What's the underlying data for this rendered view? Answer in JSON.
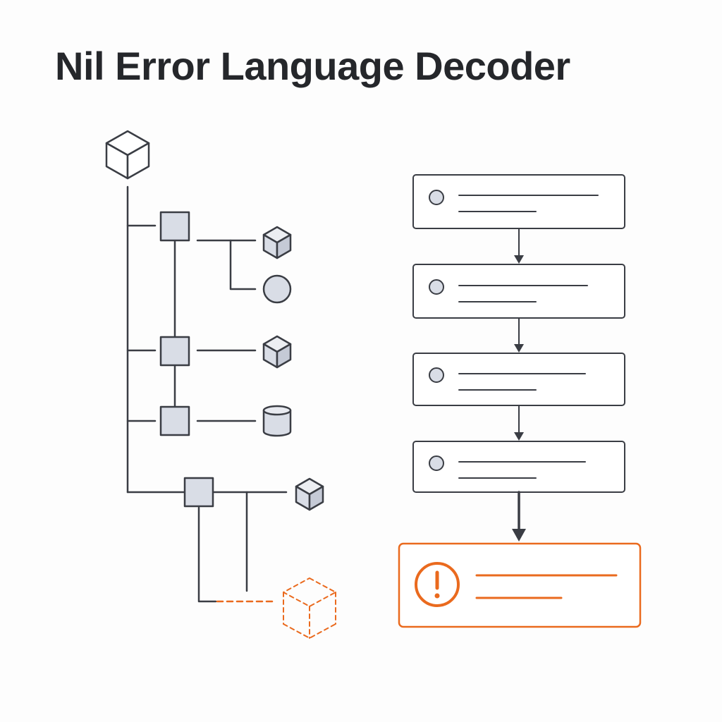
{
  "title": "Nil Error Language Decoder",
  "colors": {
    "line": "#3a3d44",
    "node_fill": "#d9dde6",
    "error": "#ea6a1e",
    "background": "#fdfdfd"
  },
  "tree": {
    "root_icon": "cube-icon",
    "branches": [
      {
        "node": "square-node",
        "children": [
          "cube-icon",
          "circle-icon"
        ]
      },
      {
        "node": "square-node",
        "children": [
          "cube-icon"
        ]
      },
      {
        "node": "square-node",
        "children": [
          "database-icon"
        ]
      },
      {
        "node": "square-node",
        "children": [
          "cube-icon",
          "missing-cube-icon"
        ]
      }
    ]
  },
  "flow": {
    "steps": [
      {
        "icon": "circle-bullet"
      },
      {
        "icon": "circle-bullet"
      },
      {
        "icon": "circle-bullet"
      },
      {
        "icon": "circle-bullet"
      }
    ],
    "error_card": {
      "icon": "exclamation-icon"
    }
  }
}
